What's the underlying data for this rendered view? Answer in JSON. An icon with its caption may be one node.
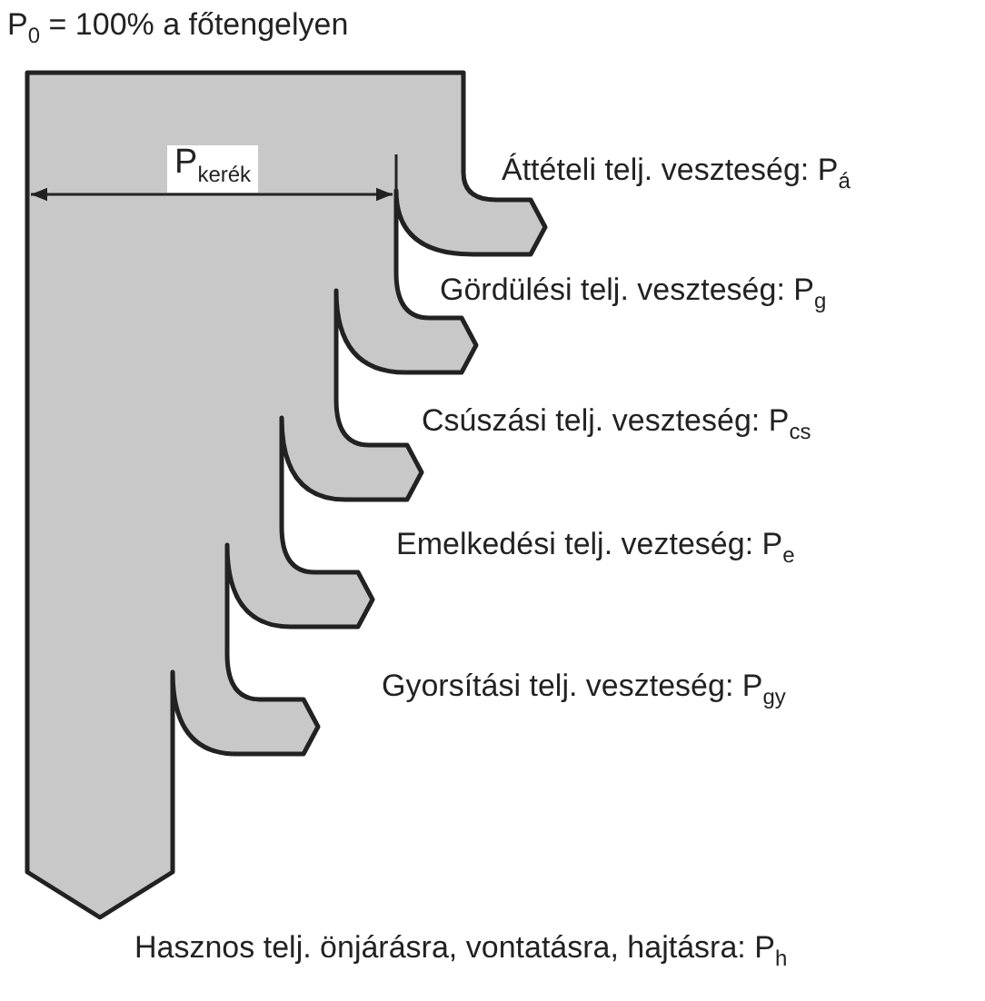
{
  "diagram": {
    "labels": [
      "P$_{0}$ = 100%  a főtengelyen",
      "P$_{kerék}$",
      "Áttételi telj. veszteség: P$_{á}$",
      "Gördülési telj. veszteség: P$_{g}$",
      "Csúszási telj. veszteség:  P$_{cs}$",
      "Emelkedési telj. vezteség: P$_{e}$",
      "Gyorsítási telj. veszteség: P$_{gy}$",
      "Hasznos telj. önjárásra, vontatásra, hajtásra: P$_{h}$"
    ]
  }
}
